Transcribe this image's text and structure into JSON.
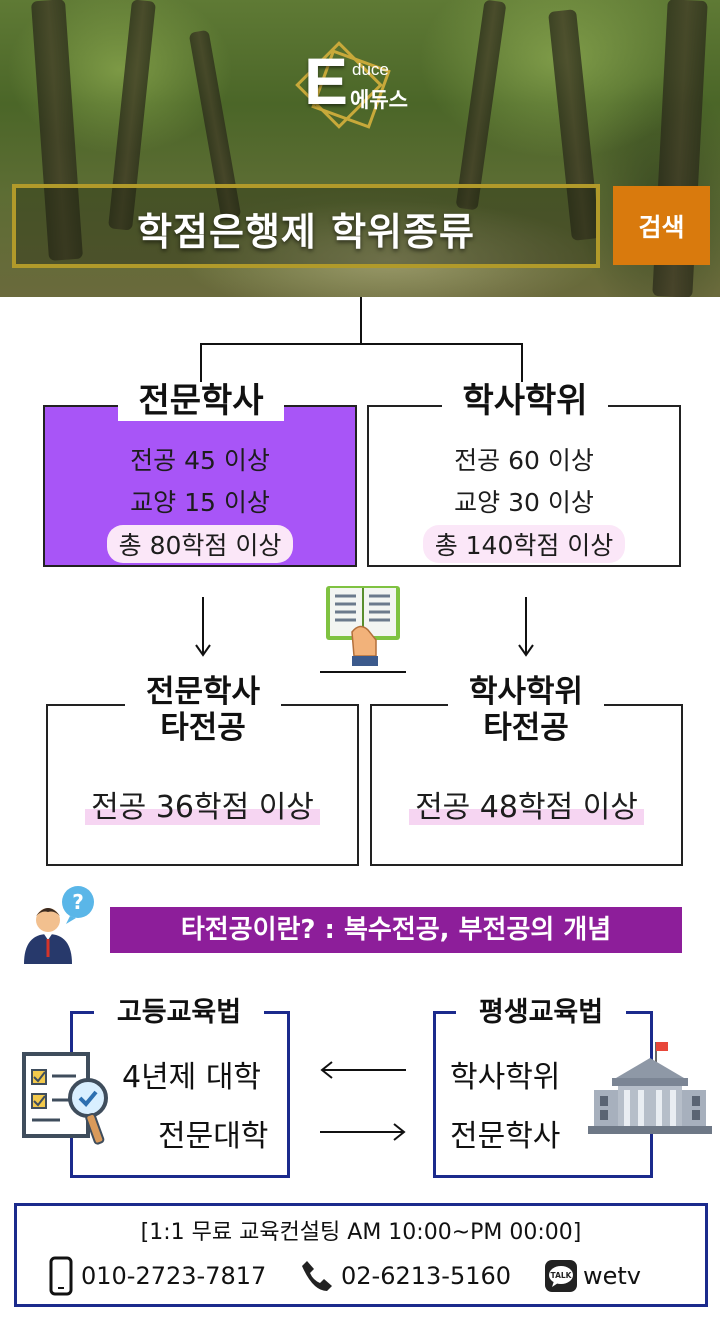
{
  "header": {
    "logo_letter": "E",
    "logo_en": "duce",
    "logo_kr": "에듀스",
    "title": "학점은행제 학위종류",
    "search_label": "검색"
  },
  "associate": {
    "title": "전문학사",
    "major": "전공 45 이상",
    "general": "교양 15 이상",
    "total": "총 80학점 이상",
    "color": "#a855f7"
  },
  "bachelor": {
    "title": "학사학위",
    "major": "전공 60 이상",
    "general": "교양 30 이상",
    "total": "총 140학점 이상"
  },
  "associate_other": {
    "title_line1": "전문학사",
    "title_line2": "타전공",
    "requirement": "전공 36학점 이상"
  },
  "bachelor_other": {
    "title_line1": "학사학위",
    "title_line2": "타전공",
    "requirement": "전공 48학점 이상"
  },
  "banner": {
    "text": "타전공이란? : 복수전공, 부전공의 개념",
    "color": "#8d1e9a"
  },
  "higher_ed": {
    "title": "고등교육법",
    "items": [
      "4년제 대학",
      "전문대학"
    ]
  },
  "lifelong_ed": {
    "title": "평생교육법",
    "items": [
      "학사학위",
      "전문학사"
    ]
  },
  "footer": {
    "consult": "[1:1 무료 교육컨설팅 AM 10:00~PM 00:00]",
    "mobile": "010-2723-7817",
    "phone": "02-6213-5160",
    "kakao_badge": "TALK",
    "kakao_id": "wetv",
    "accent": "#1b2a8c"
  },
  "icons": [
    "phone-icon",
    "telephone-icon",
    "kakaotalk-icon",
    "book-icon",
    "person-question-icon",
    "checklist-search-icon",
    "building-icon"
  ]
}
